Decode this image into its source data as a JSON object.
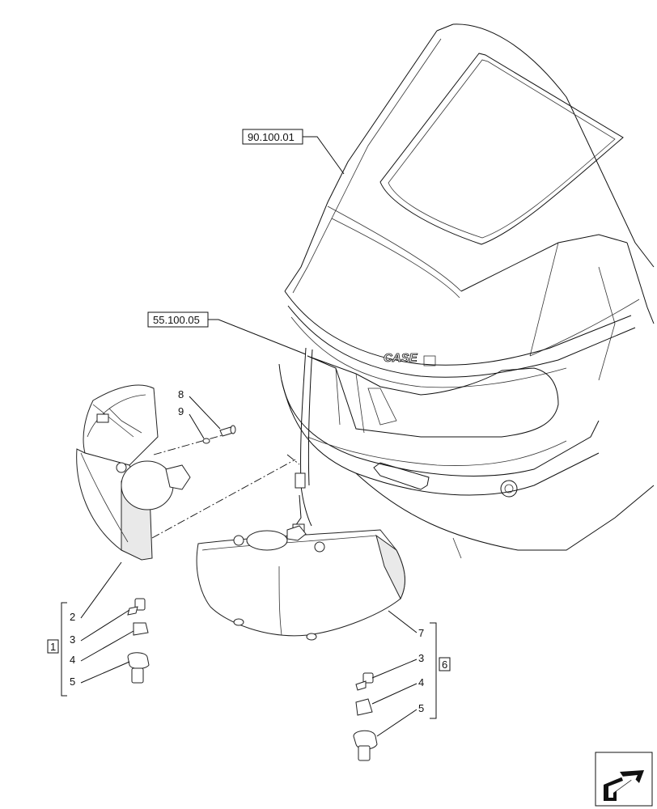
{
  "references": {
    "ref_hood": "90.100.01",
    "ref_harness": "55.100.05"
  },
  "brand": {
    "logo_text": "CASE"
  },
  "callouts": {
    "left_group": "1",
    "right_group": "6",
    "left": [
      "2",
      "3",
      "4",
      "5"
    ],
    "right": [
      "3",
      "4",
      "5"
    ],
    "lamp_right": "7",
    "screw": "8",
    "nut": "9"
  },
  "icons": {
    "nav_arrow": "arrow-icon"
  }
}
